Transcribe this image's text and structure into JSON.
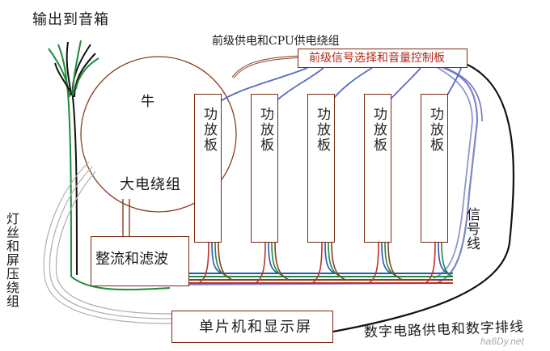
{
  "labels": {
    "output_to_speaker": "输出到音箱",
    "preamp_cpu_winding": "前级供电和CPU供电绕组",
    "preamp_panel": "前级信号选择和音量控制板",
    "transformer": "牛",
    "big_winding": "大电绕组",
    "rectifier": "整流和滤波",
    "filament_winding": "灯丝和屏压绕组",
    "signal_line": "信号线",
    "mcu_display": "单片机和显示屏",
    "digital_supply": "数字电路供电和数字排线",
    "watermark": "ha6Dy.net"
  },
  "amp_boards": [
    "功放板",
    "功放板",
    "功放板",
    "功放板",
    "功放板"
  ],
  "colors": {
    "box_border": "#7a2a10",
    "preamp_text": "#b0281a",
    "wire_blue": "#2b55b8",
    "wire_green": "#1f8a3a",
    "wire_brown": "#8a3d22",
    "wire_red": "#c0302a",
    "wire_black": "#111111",
    "wire_lavender": "#7f86c8"
  }
}
